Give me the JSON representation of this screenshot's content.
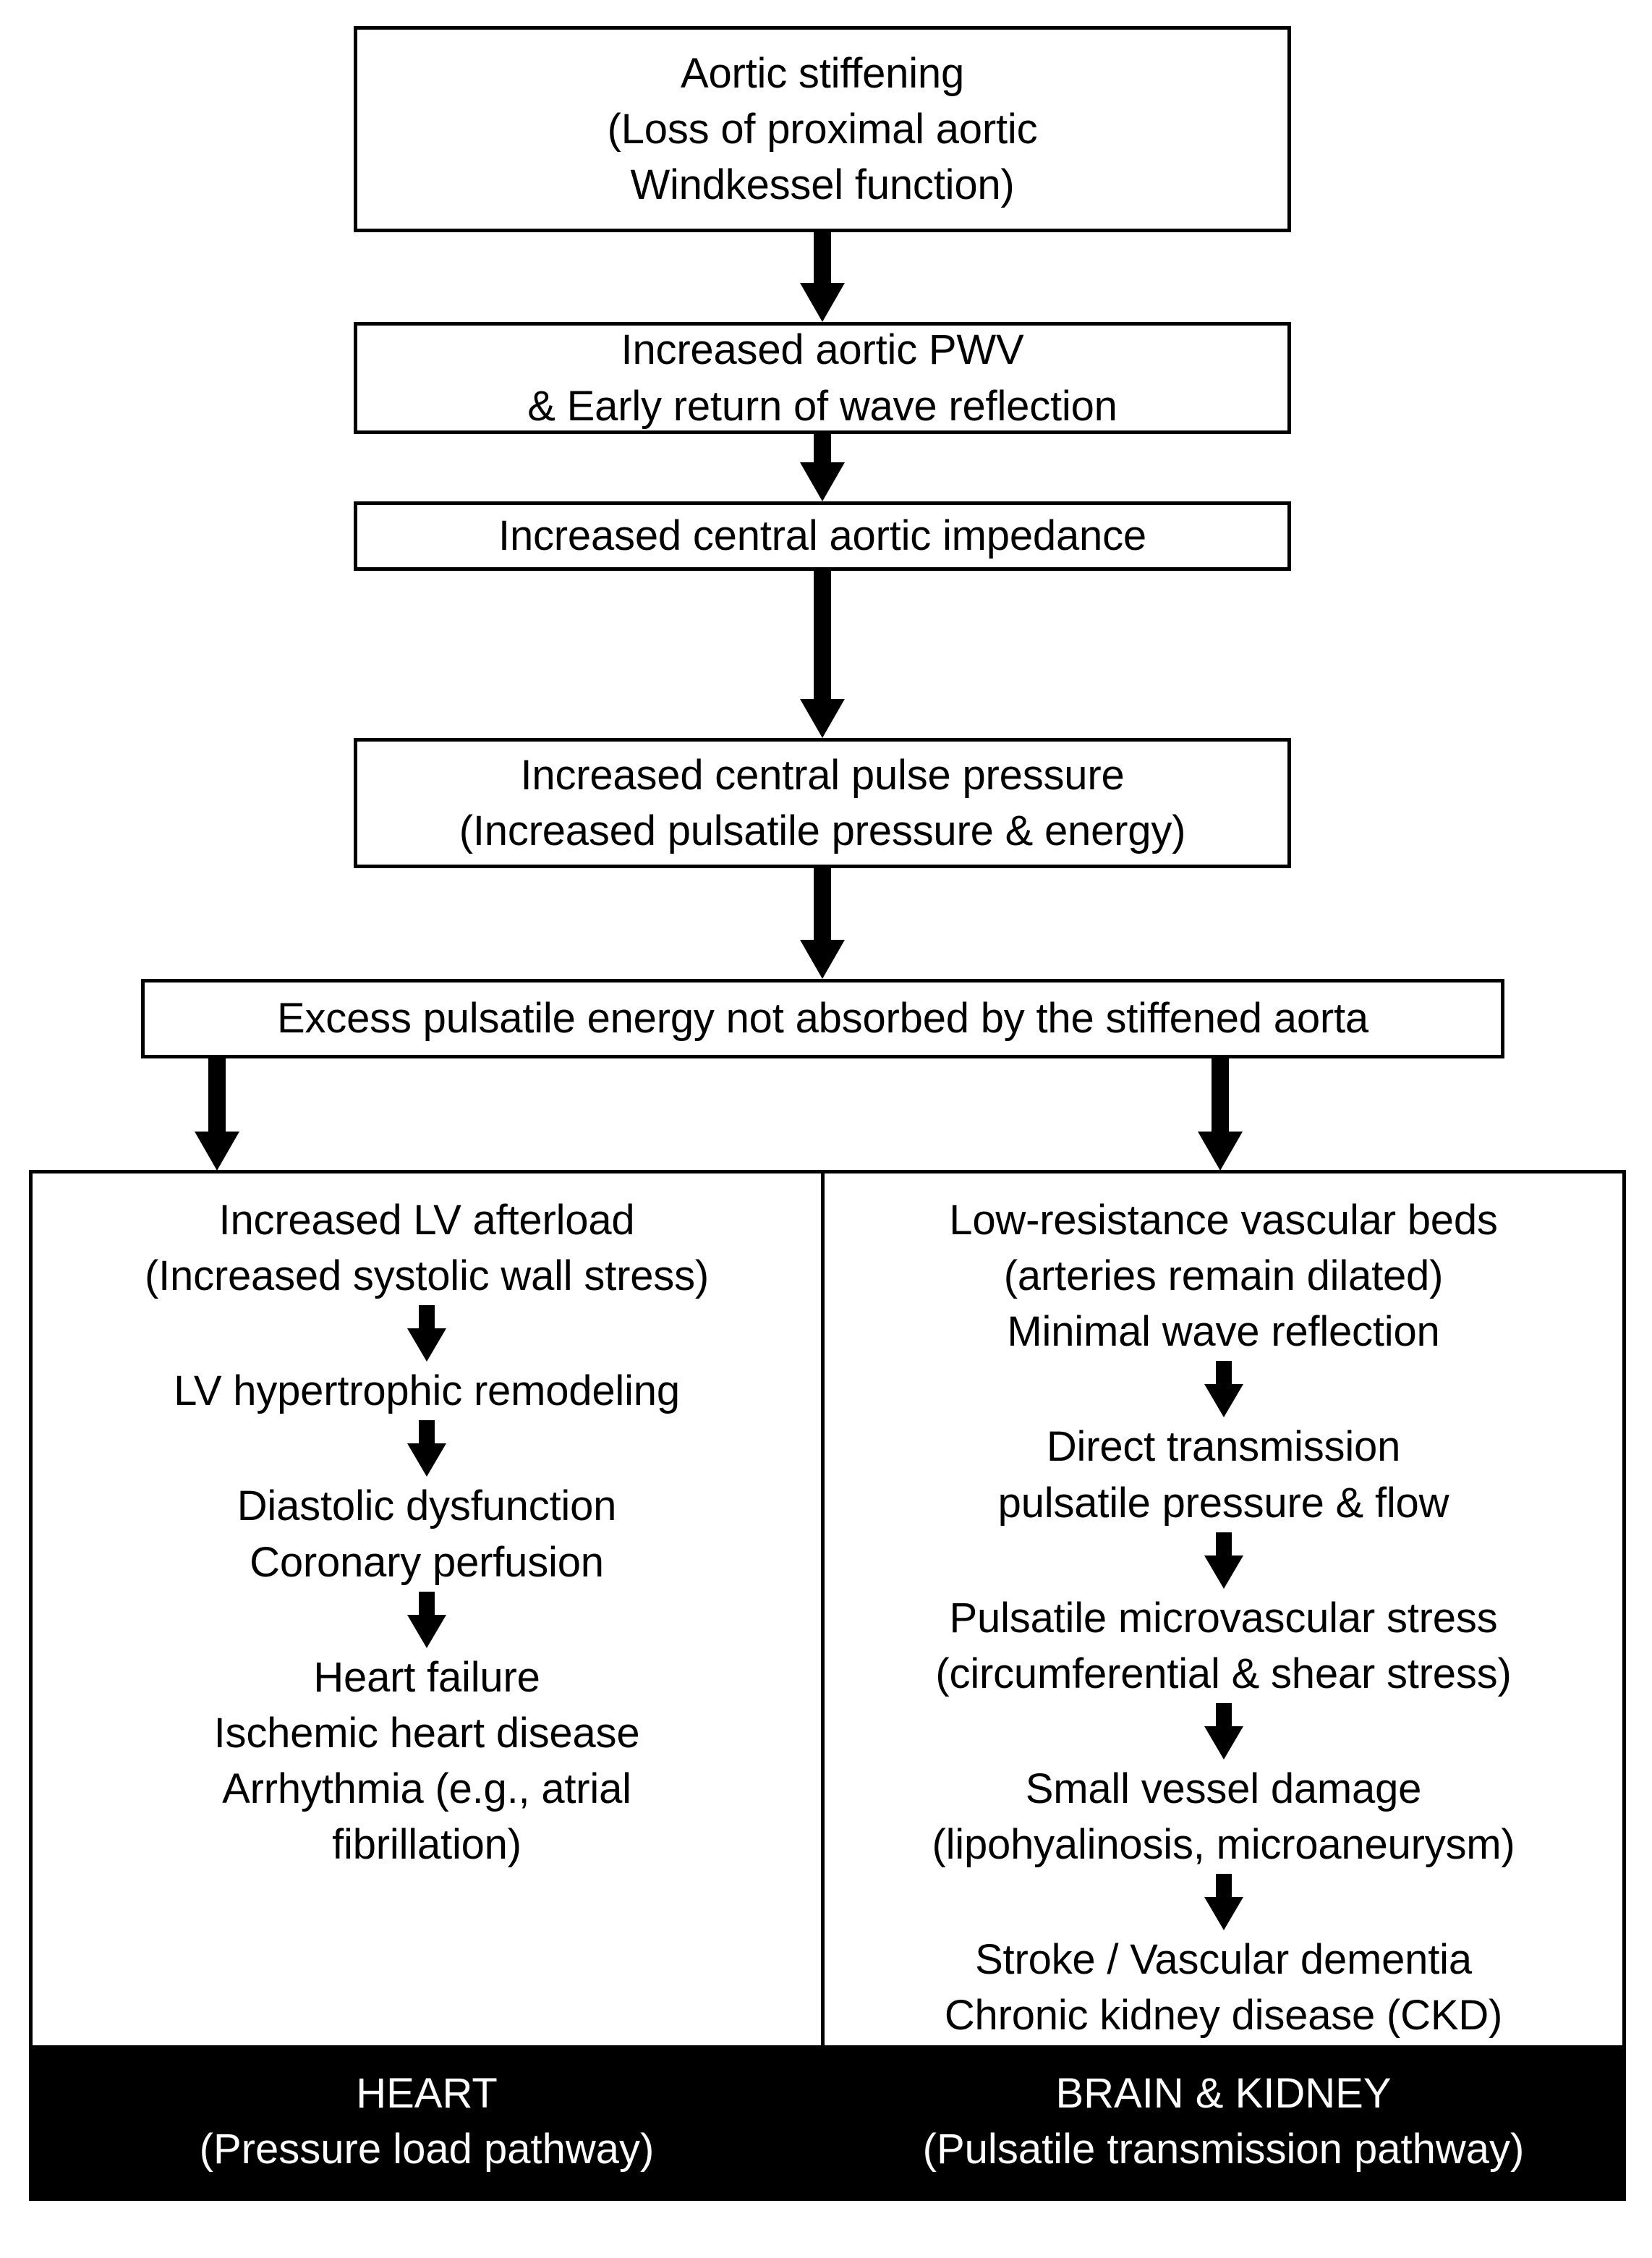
{
  "diagram": {
    "title": "Aortic stiffening haemodynamic cascade flowchart",
    "colors": {
      "box_border": "#000000",
      "box_fill": "#ffffff",
      "arrow": "#000000",
      "footer_fill": "#000000",
      "footer_text": "#ffffff"
    },
    "chain": [
      {
        "id": "aortic-stiffening",
        "lines": [
          "Aortic stiffening",
          "(Loss of proximal aortic",
          "Windkessel function)"
        ]
      },
      {
        "id": "pwv",
        "lines": [
          "Increased aortic PWV",
          "& Early return of wave reflection"
        ]
      },
      {
        "id": "impedance",
        "lines": [
          "Increased central aortic impedance"
        ]
      },
      {
        "id": "pulse-pressure",
        "lines": [
          "Increased central pulse pressure",
          "(Increased pulsatile pressure & energy)"
        ]
      },
      {
        "id": "excess-energy",
        "lines": [
          "Excess pulsatile energy not absorbed by the stiffened aorta"
        ]
      }
    ],
    "panels": {
      "heart": {
        "steps": [
          [
            "Increased LV afterload",
            "(Increased  systolic wall stress)"
          ],
          [
            "LV hypertrophic remodeling"
          ],
          [
            "Diastolic dysfunction",
            "Coronary perfusion"
          ],
          [
            "Heart failure",
            "Ischemic heart disease",
            "Arrhythmia (e.g., atrial",
            "fibrillation)"
          ]
        ],
        "footer": [
          "HEART",
          "(Pressure load pathway)"
        ]
      },
      "brain_kidney": {
        "steps": [
          [
            "Low-resistance vascular beds",
            "(arteries remain dilated)",
            "Minimal wave reflection"
          ],
          [
            "Direct transmission",
            "pulsatile pressure & flow"
          ],
          [
            "Pulsatile microvascular stress",
            "(circumferential & shear stress)"
          ],
          [
            "Small vessel damage",
            "(lipohyalinosis, microaneurysm)"
          ],
          [
            "Stroke / Vascular dementia",
            "Chronic kidney disease (CKD)"
          ]
        ],
        "footer": [
          "BRAIN & KIDNEY",
          "(Pulsatile transmission pathway)"
        ]
      }
    }
  }
}
